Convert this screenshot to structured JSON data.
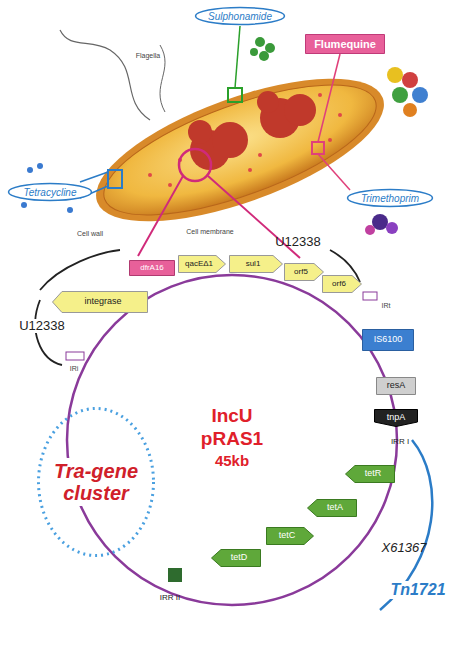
{
  "diagram": {
    "nodes": [
      {
        "text": [
          "Sulphonamide"
        ]
      },
      {
        "text": [
          "Flumequine"
        ]
      },
      {
        "text": [
          "Tetracycline"
        ]
      },
      {
        "text": [
          "Trimethoprim"
        ]
      },
      {
        "text": [
          "integrase"
        ]
      },
      {
        "text": [
          "dfrA16"
        ]
      },
      {
        "text": [
          "qacEΔ1"
        ]
      },
      {
        "text": [
          "sul1"
        ]
      },
      {
        "text": [
          "orf5"
        ]
      },
      {
        "text": [
          "orf6"
        ]
      },
      {
        "text": [
          "IS6100"
        ]
      },
      {
        "text": [
          "resA"
        ]
      },
      {
        "text": [
          "tnpA"
        ]
      },
      {
        "text": [
          "tetR"
        ]
      },
      {
        "text": [
          "tetA"
        ]
      },
      {
        "text": [
          "tetC"
        ]
      },
      {
        "text": [
          "tetD"
        ]
      },
      {
        "text": [
          "Tra-gene cluster"
        ]
      }
    ],
    "labels": [
      "Flagella",
      "Cell wall",
      "Cell membrane",
      "U12338",
      "U12338",
      "IRi",
      "IRt",
      "IncU",
      "pRAS1",
      "45kb",
      "IRR I",
      "Tn1721",
      "X61367",
      "IRR II"
    ]
  }
}
